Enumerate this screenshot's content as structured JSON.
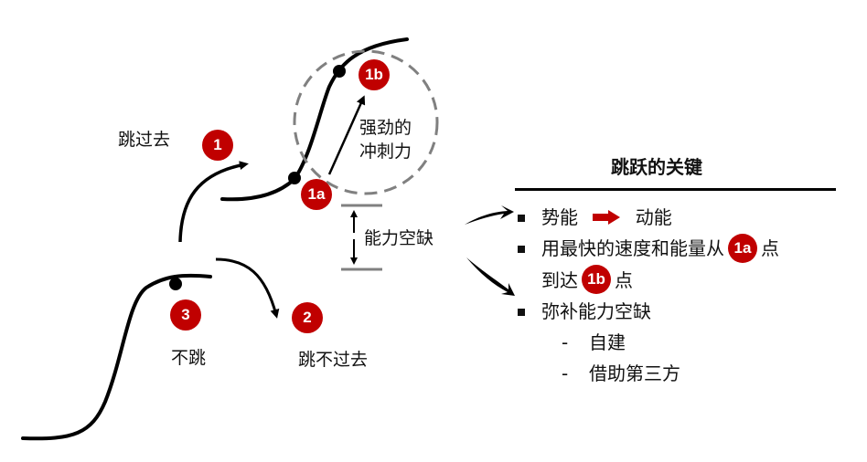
{
  "diagram": {
    "labels": {
      "jump_over": "跳过去",
      "strong_sprint_line1": "强劲的",
      "strong_sprint_line2": "冲刺力",
      "capability_gap": "能力空缺",
      "no_jump": "不跳",
      "fail_to_jump": "跳不过去"
    },
    "badges": {
      "b1": "1",
      "b1a": "1a",
      "b1b": "1b",
      "b2": "2",
      "b3": "3"
    },
    "colors": {
      "accent": "#c00000",
      "curve": "#000000",
      "dashed_circle": "#808080",
      "gap_bar": "#808080"
    }
  },
  "panel": {
    "title": "跳跃的关键",
    "items": [
      {
        "left": "势能",
        "arrow_icon": "red-right-arrow",
        "right": "动能"
      },
      {
        "part1": "用最快的速度和能量从",
        "badge1": "1a",
        "part2": "点",
        "line2_part1": "到达",
        "badge2": "1b",
        "line2_part2": "点"
      },
      {
        "text": "弥补能力空缺",
        "subitems": [
          "自建",
          "借助第三方"
        ]
      }
    ],
    "dash": "-"
  }
}
